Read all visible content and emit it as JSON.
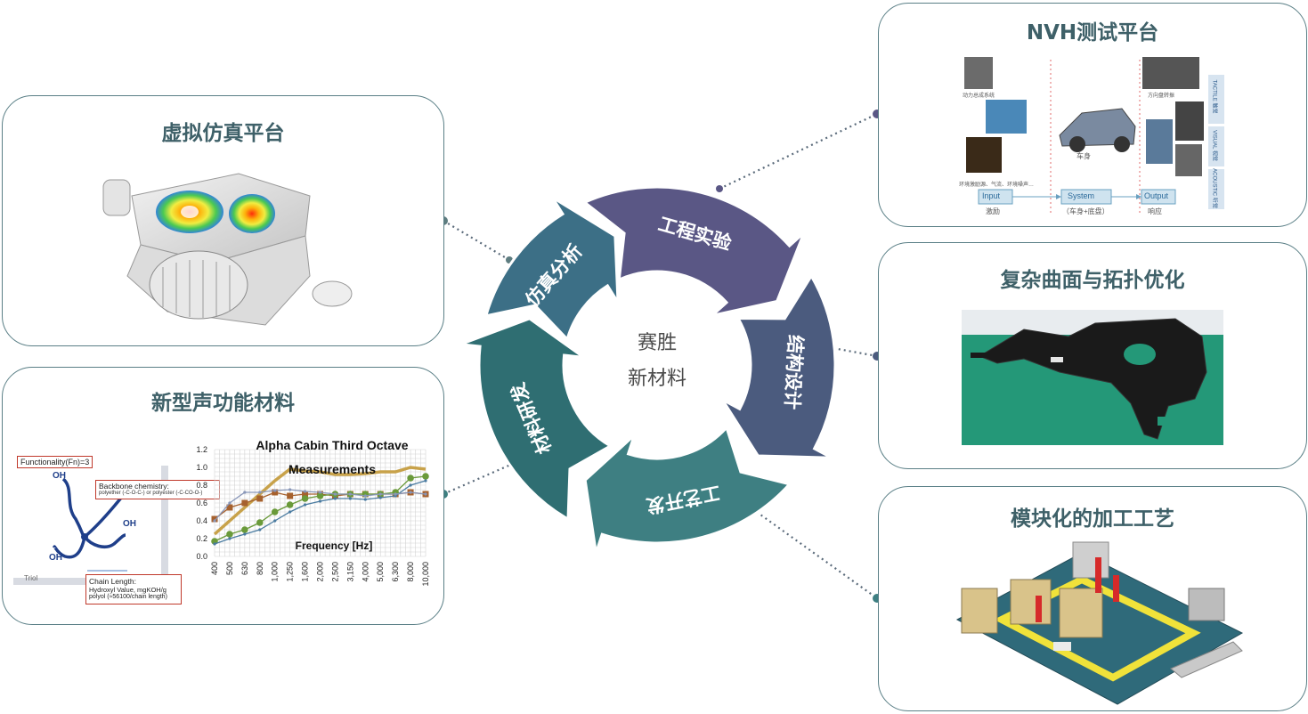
{
  "hub": {
    "center_line1": "赛胜",
    "center_line2": "新材料",
    "segments": [
      "工程实验",
      "结构设计",
      "工艺开发",
      "材料研发",
      "仿真分析"
    ],
    "colors": {
      "purple": "#5a5785",
      "slate": "#4b5b7e",
      "teal": "#3e7f82",
      "teal_dark": "#2f6e72",
      "blue": "#3c6f86"
    }
  },
  "panels": {
    "sim": {
      "title": "虚拟仿真平台"
    },
    "acoustic": {
      "title": "新型声功能材料",
      "diagram": {
        "functionality": "Functionality(Fn)=3",
        "backbone_title": "Backbone chemistry:",
        "backbone_detail": "polyether (-C-O-C-) or polyester (-C-CO-O-)",
        "chain_title": "Chain Length:",
        "chain_line1": "Hydroxyl Value, mgKOH/g",
        "chain_line2": "polyol (≈56100/chain length)",
        "oh": "OH",
        "triol": "Triol"
      },
      "chart_data": {
        "type": "line",
        "title_line1": "Alpha Cabin Third Octave",
        "title_line2": "Measurements",
        "xlabel": "Frequency  [Hz]",
        "categories": [
          "400",
          "500",
          "630",
          "800",
          "1,000",
          "1,250",
          "1,600",
          "2,000",
          "2,500",
          "3,150",
          "4,000",
          "5,000",
          "6,300",
          "8,000",
          "10,000"
        ],
        "y_ticks": [
          "0.0",
          "0.2",
          "0.4",
          "0.6",
          "0.8",
          "1.0",
          "1.2"
        ],
        "ylim": [
          0,
          1.2
        ],
        "series": [
          {
            "color": "#c8a24a",
            "values": [
              0.25,
              0.4,
              0.55,
              0.7,
              0.85,
              0.98,
              0.96,
              0.95,
              0.92,
              0.92,
              0.93,
              0.95,
              0.95,
              1.0,
              0.98
            ]
          },
          {
            "color": "#a6612e",
            "values": [
              0.42,
              0.55,
              0.6,
              0.65,
              0.72,
              0.68,
              0.7,
              0.7,
              0.68,
              0.7,
              0.7,
              0.7,
              0.7,
              0.72,
              0.7
            ]
          },
          {
            "color": "#6a9a3a",
            "values": [
              0.17,
              0.25,
              0.3,
              0.38,
              0.5,
              0.58,
              0.65,
              0.68,
              0.7,
              0.7,
              0.7,
              0.7,
              0.72,
              0.88,
              0.9
            ]
          },
          {
            "color": "#4a7ba0",
            "values": [
              0.14,
              0.2,
              0.25,
              0.3,
              0.4,
              0.5,
              0.58,
              0.62,
              0.65,
              0.65,
              0.64,
              0.66,
              0.68,
              0.8,
              0.85
            ]
          },
          {
            "color": "#8896b8",
            "values": [
              0.4,
              0.6,
              0.72,
              0.72,
              0.74,
              0.75,
              0.73,
              0.72,
              0.7,
              0.7,
              0.68,
              0.7,
              0.7,
              0.72,
              0.7
            ]
          }
        ]
      }
    },
    "nvh": {
      "title": "NVH测试平台",
      "labels": {
        "powertrain": "动力总成系统",
        "steering": "方向盘转振",
        "body": "车身",
        "env": "环境激励源、气流、环境噪声…",
        "input": "Input",
        "system": "System",
        "output": "Output",
        "input_cn": "激励",
        "system_cn": "（车身+底盘）",
        "output_cn": "响应",
        "tactile": "TACTILE",
        "tactile_cn": "触觉",
        "visual": "VISUAL",
        "visual_cn": "视觉",
        "acoustic": "ACOUSTIC",
        "acoustic_cn": "听觉"
      }
    },
    "topo": {
      "title": "复杂曲面与拓扑优化"
    },
    "process": {
      "title": "模块化的加工工艺"
    }
  }
}
